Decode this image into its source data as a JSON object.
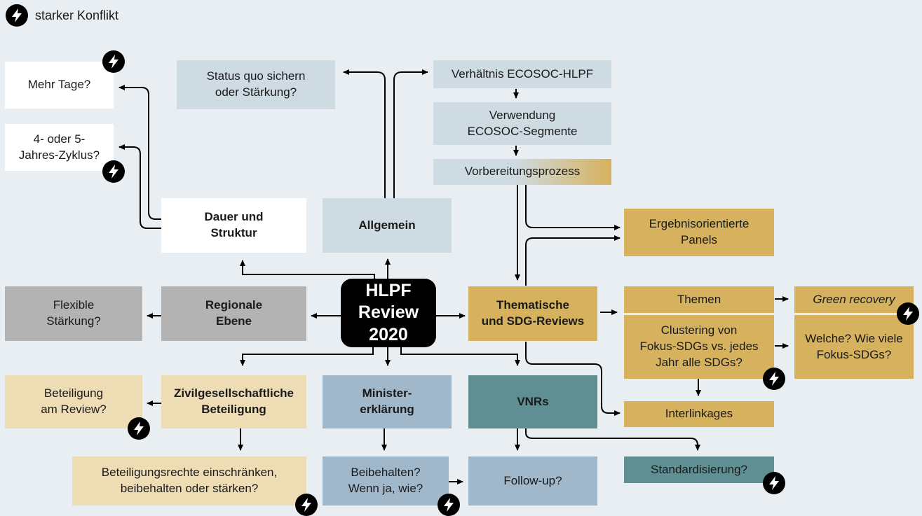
{
  "legend": {
    "label": "starker Konflikt",
    "icon": "lightning-icon"
  },
  "hub": {
    "label": "HLPF\nReview\n2020"
  },
  "categories": {
    "dauer": "Dauer und\nStruktur",
    "allgemein": "Allgemein",
    "regional": "Regionale\nEbene",
    "thematisch": "Thematische\nund SDG-Reviews",
    "zivil": "Zivilgesellschaftliche\nBeteiligung",
    "minister": "Minister-\nerklärung",
    "vnrs": "VNRs"
  },
  "options": {
    "mehr_tage": "Mehr Tage?",
    "zyklus": "4- oder 5-\nJahres-Zyklus?",
    "status_quo": "Status quo sichern\noder Stärkung?",
    "verhaeltnis": "Verhältnis ECOSOC-HLPF",
    "verwendung": "Verwendung\nECOSOC-Segmente",
    "vorbereitung": "Vorbereitungsprozess",
    "ergebnis": "Ergebnisorientierte\nPanels",
    "flexible": "Flexible\nStärkung?",
    "themen": "Themen",
    "green": "Green recovery",
    "clustering": "Clustering von\nFokus-SDGs vs. jedes\nJahr alle SDGs?",
    "welche": "Welche? Wie viele\nFokus-SDGs?",
    "interlinkages": "Interlinkages",
    "beteiligung_review": "Beteiligung\nam Review?",
    "beteiligungsrechte": "Beteiligungsrechte einschränken,\nbeibehalten oder stärken?",
    "beibehalten": "Beibehalten?\nWenn ja, wie?",
    "followup": "Follow-up?",
    "standard": "Standardisierung?"
  }
}
